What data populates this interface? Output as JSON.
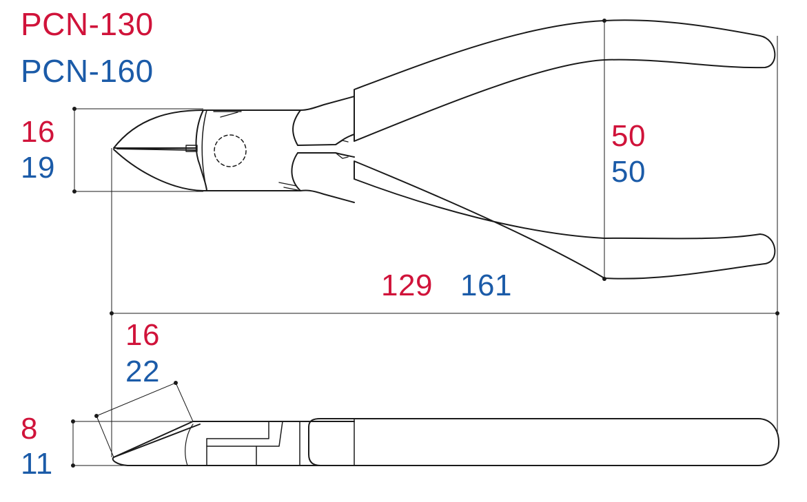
{
  "models": [
    {
      "name": "PCN-130",
      "color": "#d0133a"
    },
    {
      "name": "PCN-160",
      "color": "#1b5ba8"
    }
  ],
  "dimensions": {
    "jaw_height": {
      "pcn130": "16",
      "pcn160": "19"
    },
    "handle_span": {
      "pcn130": "50",
      "pcn160": "50"
    },
    "overall_length": {
      "pcn130": "129",
      "pcn160": "161"
    },
    "jaw_length": {
      "pcn130": "16",
      "pcn160": "22"
    },
    "thickness": {
      "pcn130": "8",
      "pcn160": "11"
    }
  }
}
